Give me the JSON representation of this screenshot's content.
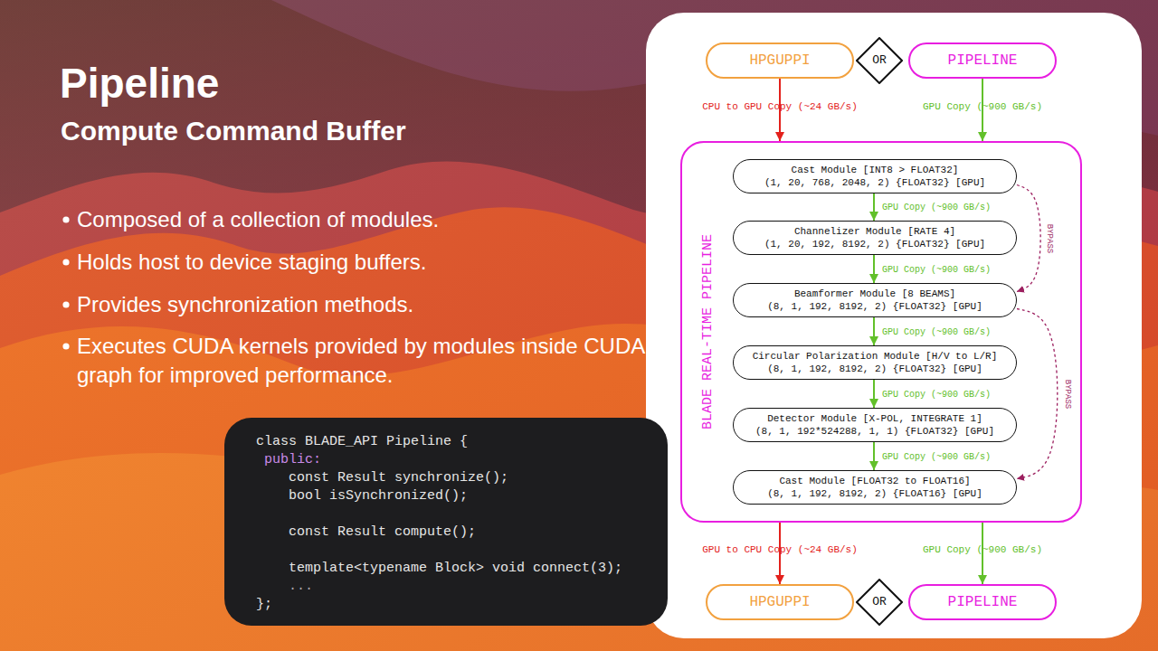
{
  "diagram": {
    "title": "Pipeline",
    "nodes": [
      {
        "text": [
          "class BLADE_API Pipeline {",
          "public:",
          "const Result synchronize();",
          "bool isSynchronized();",
          "const Result compute();",
          "template<typename Block> void connect(3);",
          "...",
          "};"
        ]
      },
      {
        "text": [
          "HPGUPPI"
        ]
      },
      {
        "text": [
          "OR"
        ]
      },
      {
        "text": [
          "PIPELINE"
        ]
      },
      {
        "text": [
          "BLADE REAL-TIME PIPELINE"
        ]
      },
      {
        "text": [
          "Cast Module [INT8 > FLOAT32]",
          "(1, 20, 768, 2048, 2) {FLOAT32} [GPU]"
        ],
        "in": 4
      },
      {
        "text": [
          "Channelizer Module [RATE 4]",
          "(1, 20, 192, 8192, 2) {FLOAT32} [GPU]"
        ],
        "in": 4
      },
      {
        "text": [
          "Beamformer Module [8 BEAMS]",
          "(8, 1, 192, 8192, 2) {FLOAT32} [GPU]"
        ],
        "in": 4
      },
      {
        "text": [
          "Circular Polarization Module [H/V to L/R]",
          "(8, 1, 192, 8192, 2) {FLOAT32} [GPU]"
        ],
        "in": 4
      },
      {
        "text": [
          "Detector Module [X-POL, INTEGRATE 1]",
          "(8, 1, 192*524288, 1, 1) {FLOAT32} [GPU]"
        ],
        "in": 4
      },
      {
        "text": [
          "Cast Module [FLOAT32 to FLOAT16]",
          "(8, 1, 192, 8192, 2) {FLOAT16} [GPU]"
        ],
        "in": 4
      },
      {
        "text": [
          "HPGUPPI"
        ]
      },
      {
        "text": [
          "OR"
        ]
      },
      {
        "text": [
          "PIPELINE"
        ]
      }
    ],
    "edges": [
      {
        "from": 1,
        "to": 4,
        "label": "CPU to GPU Copy (~24 GB/s)",
        "arrow": "to"
      },
      {
        "from": 3,
        "to": 4,
        "label": "GPU Copy (~900 GB/s)",
        "arrow": "to"
      },
      {
        "from": 5,
        "to": 6,
        "label": "GPU Copy (~900 GB/s)",
        "arrow": "to"
      },
      {
        "from": 6,
        "to": 7,
        "label": "GPU Copy (~900 GB/s)",
        "arrow": "to"
      },
      {
        "from": 7,
        "to": 8,
        "label": "GPU Copy (~900 GB/s)",
        "arrow": "to"
      },
      {
        "from": 8,
        "to": 9,
        "label": "GPU Copy (~900 GB/s)",
        "arrow": "to"
      },
      {
        "from": 9,
        "to": 10,
        "label": "GPU Copy (~900 GB/s)",
        "arrow": "to"
      },
      {
        "from": 5,
        "to": 7,
        "label": "BYPASS",
        "arrow": "to"
      },
      {
        "from": 7,
        "to": 10,
        "label": "BYPASS",
        "arrow": "to"
      },
      {
        "from": 4,
        "to": 11,
        "label": "GPU to CPU Copy (~24 GB/s)",
        "arrow": "to"
      },
      {
        "from": 4,
        "to": 13,
        "label": "GPU Copy (~900 GB/s)",
        "arrow": "to"
      }
    ],
    "labels": [
      "Compute Command Buffer",
      "Composed of a collection of modules.",
      "Holds host to device staging buffers.",
      "Provides synchronization methods.",
      "Executes CUDA kernels provided by modules inside CUDA graph for improved performance."
    ]
  }
}
